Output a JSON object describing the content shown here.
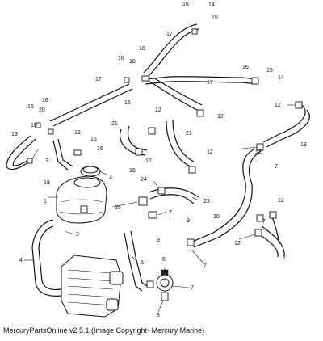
{
  "caption": "MercuryPartsOnline v2.5.1 (Image Copyright- Mercury Marine)",
  "callouts": {
    "c1": "1",
    "c2": "2",
    "c3a": "3",
    "c3b": "3",
    "c4": "4",
    "c5": "5",
    "c6": "6",
    "c7a": "7",
    "c7b": "7",
    "c7c": "7",
    "c7d": "7",
    "c7e": "7",
    "c8": "8",
    "c9a": "9",
    "c9b": "9",
    "c10": "10",
    "c11": "11",
    "c12a": "12",
    "c12b": "12",
    "c12c": "12",
    "c12d": "12",
    "c12e": "12",
    "c12f": "12",
    "c12g": "12",
    "c12h": "12",
    "c13": "13",
    "c14a": "14",
    "c14b": "14",
    "c15a": "15",
    "c15b": "15",
    "c15c": "15",
    "c16a": "16",
    "c16b": "16",
    "c16c": "16",
    "c16d": "16",
    "c16e": "16",
    "c16f": "16",
    "c16g": "16",
    "c16h": "16",
    "c16i": "16",
    "c16j": "16",
    "c16k": "16",
    "c17a": "17",
    "c17b": "17",
    "c17c": "17",
    "c18": "18",
    "c19a": "19",
    "c19b": "19",
    "c20": "20",
    "c21a": "21",
    "c21b": "21",
    "c23": "23",
    "c24": "24",
    "c25": "25"
  }
}
